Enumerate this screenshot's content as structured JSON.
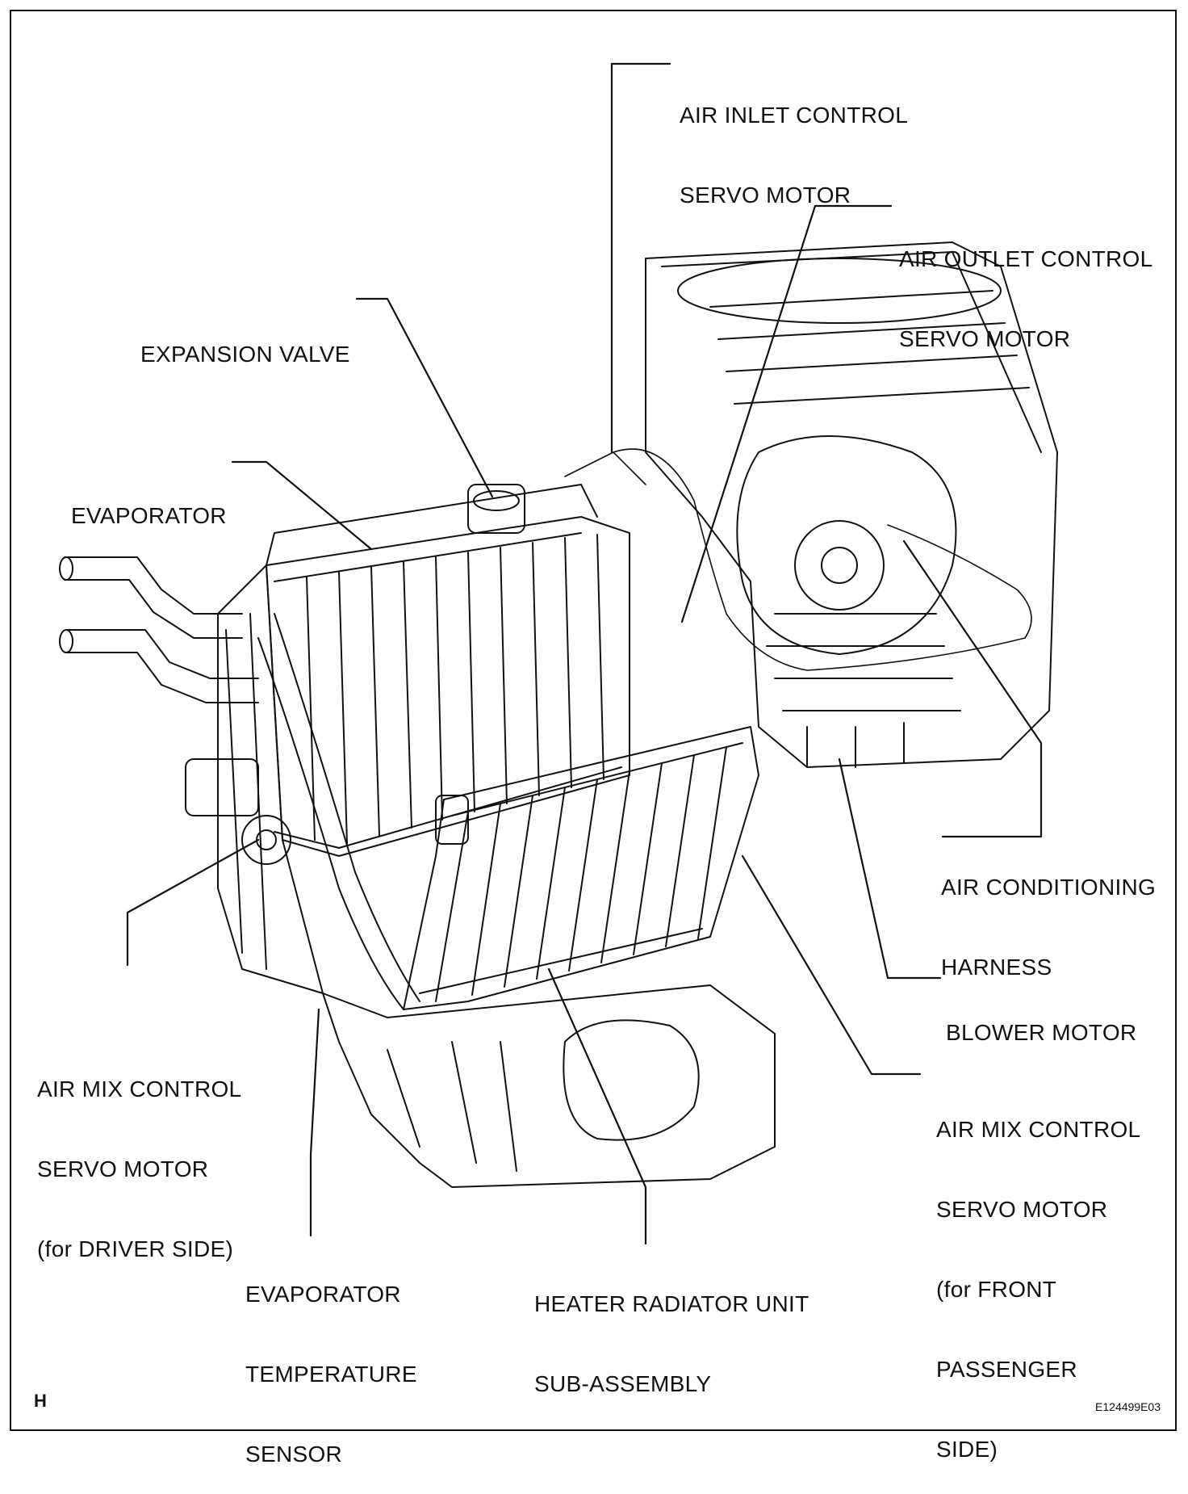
{
  "diagram": {
    "labels": {
      "air_inlet_servo": [
        "AIR INLET CONTROL",
        "SERVO MOTOR"
      ],
      "air_outlet_servo": [
        "AIR OUTLET CONTROL",
        "SERVO MOTOR"
      ],
      "expansion_valve": [
        "EXPANSION VALVE"
      ],
      "evaporator": [
        "EVAPORATOR"
      ],
      "ac_harness": [
        "AIR CONDITIONING",
        "HARNESS"
      ],
      "blower_motor": [
        "BLOWER MOTOR"
      ],
      "air_mix_driver": [
        "AIR MIX CONTROL",
        "SERVO MOTOR",
        "(for DRIVER SIDE)"
      ],
      "air_mix_passenger": [
        "AIR MIX CONTROL",
        "SERVO MOTOR",
        "(for FRONT",
        "PASSENGER",
        "SIDE)"
      ],
      "evap_temp_sensor": [
        "EVAPORATOR",
        "TEMPERATURE",
        "SENSOR"
      ],
      "heater_radiator": [
        "HEATER RADIATOR UNIT",
        "SUB-ASSEMBLY"
      ]
    },
    "corner_letter": "H",
    "figure_code": "E124499E03"
  }
}
